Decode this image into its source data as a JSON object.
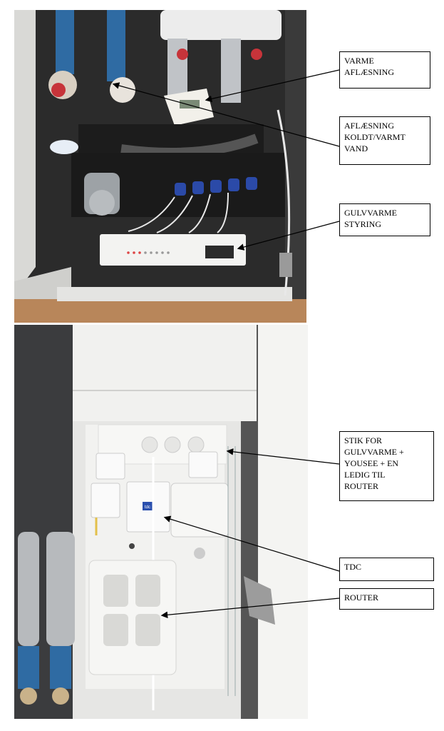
{
  "labels": {
    "varme": "VARME\nAFLÆSNING",
    "vand": "AFLÆSNING\nKOLDT/VARMT\nVAND",
    "gulvvarme": "GULVVARME\nSTYRING",
    "stik": "STIK FOR\nGULVVARME +\nYOUSEE + EN\nLEDIG TIL\nROUTER",
    "tdc": "TDC",
    "router": "ROUTER"
  },
  "device_text": {
    "tdc_logo": "tdc"
  }
}
